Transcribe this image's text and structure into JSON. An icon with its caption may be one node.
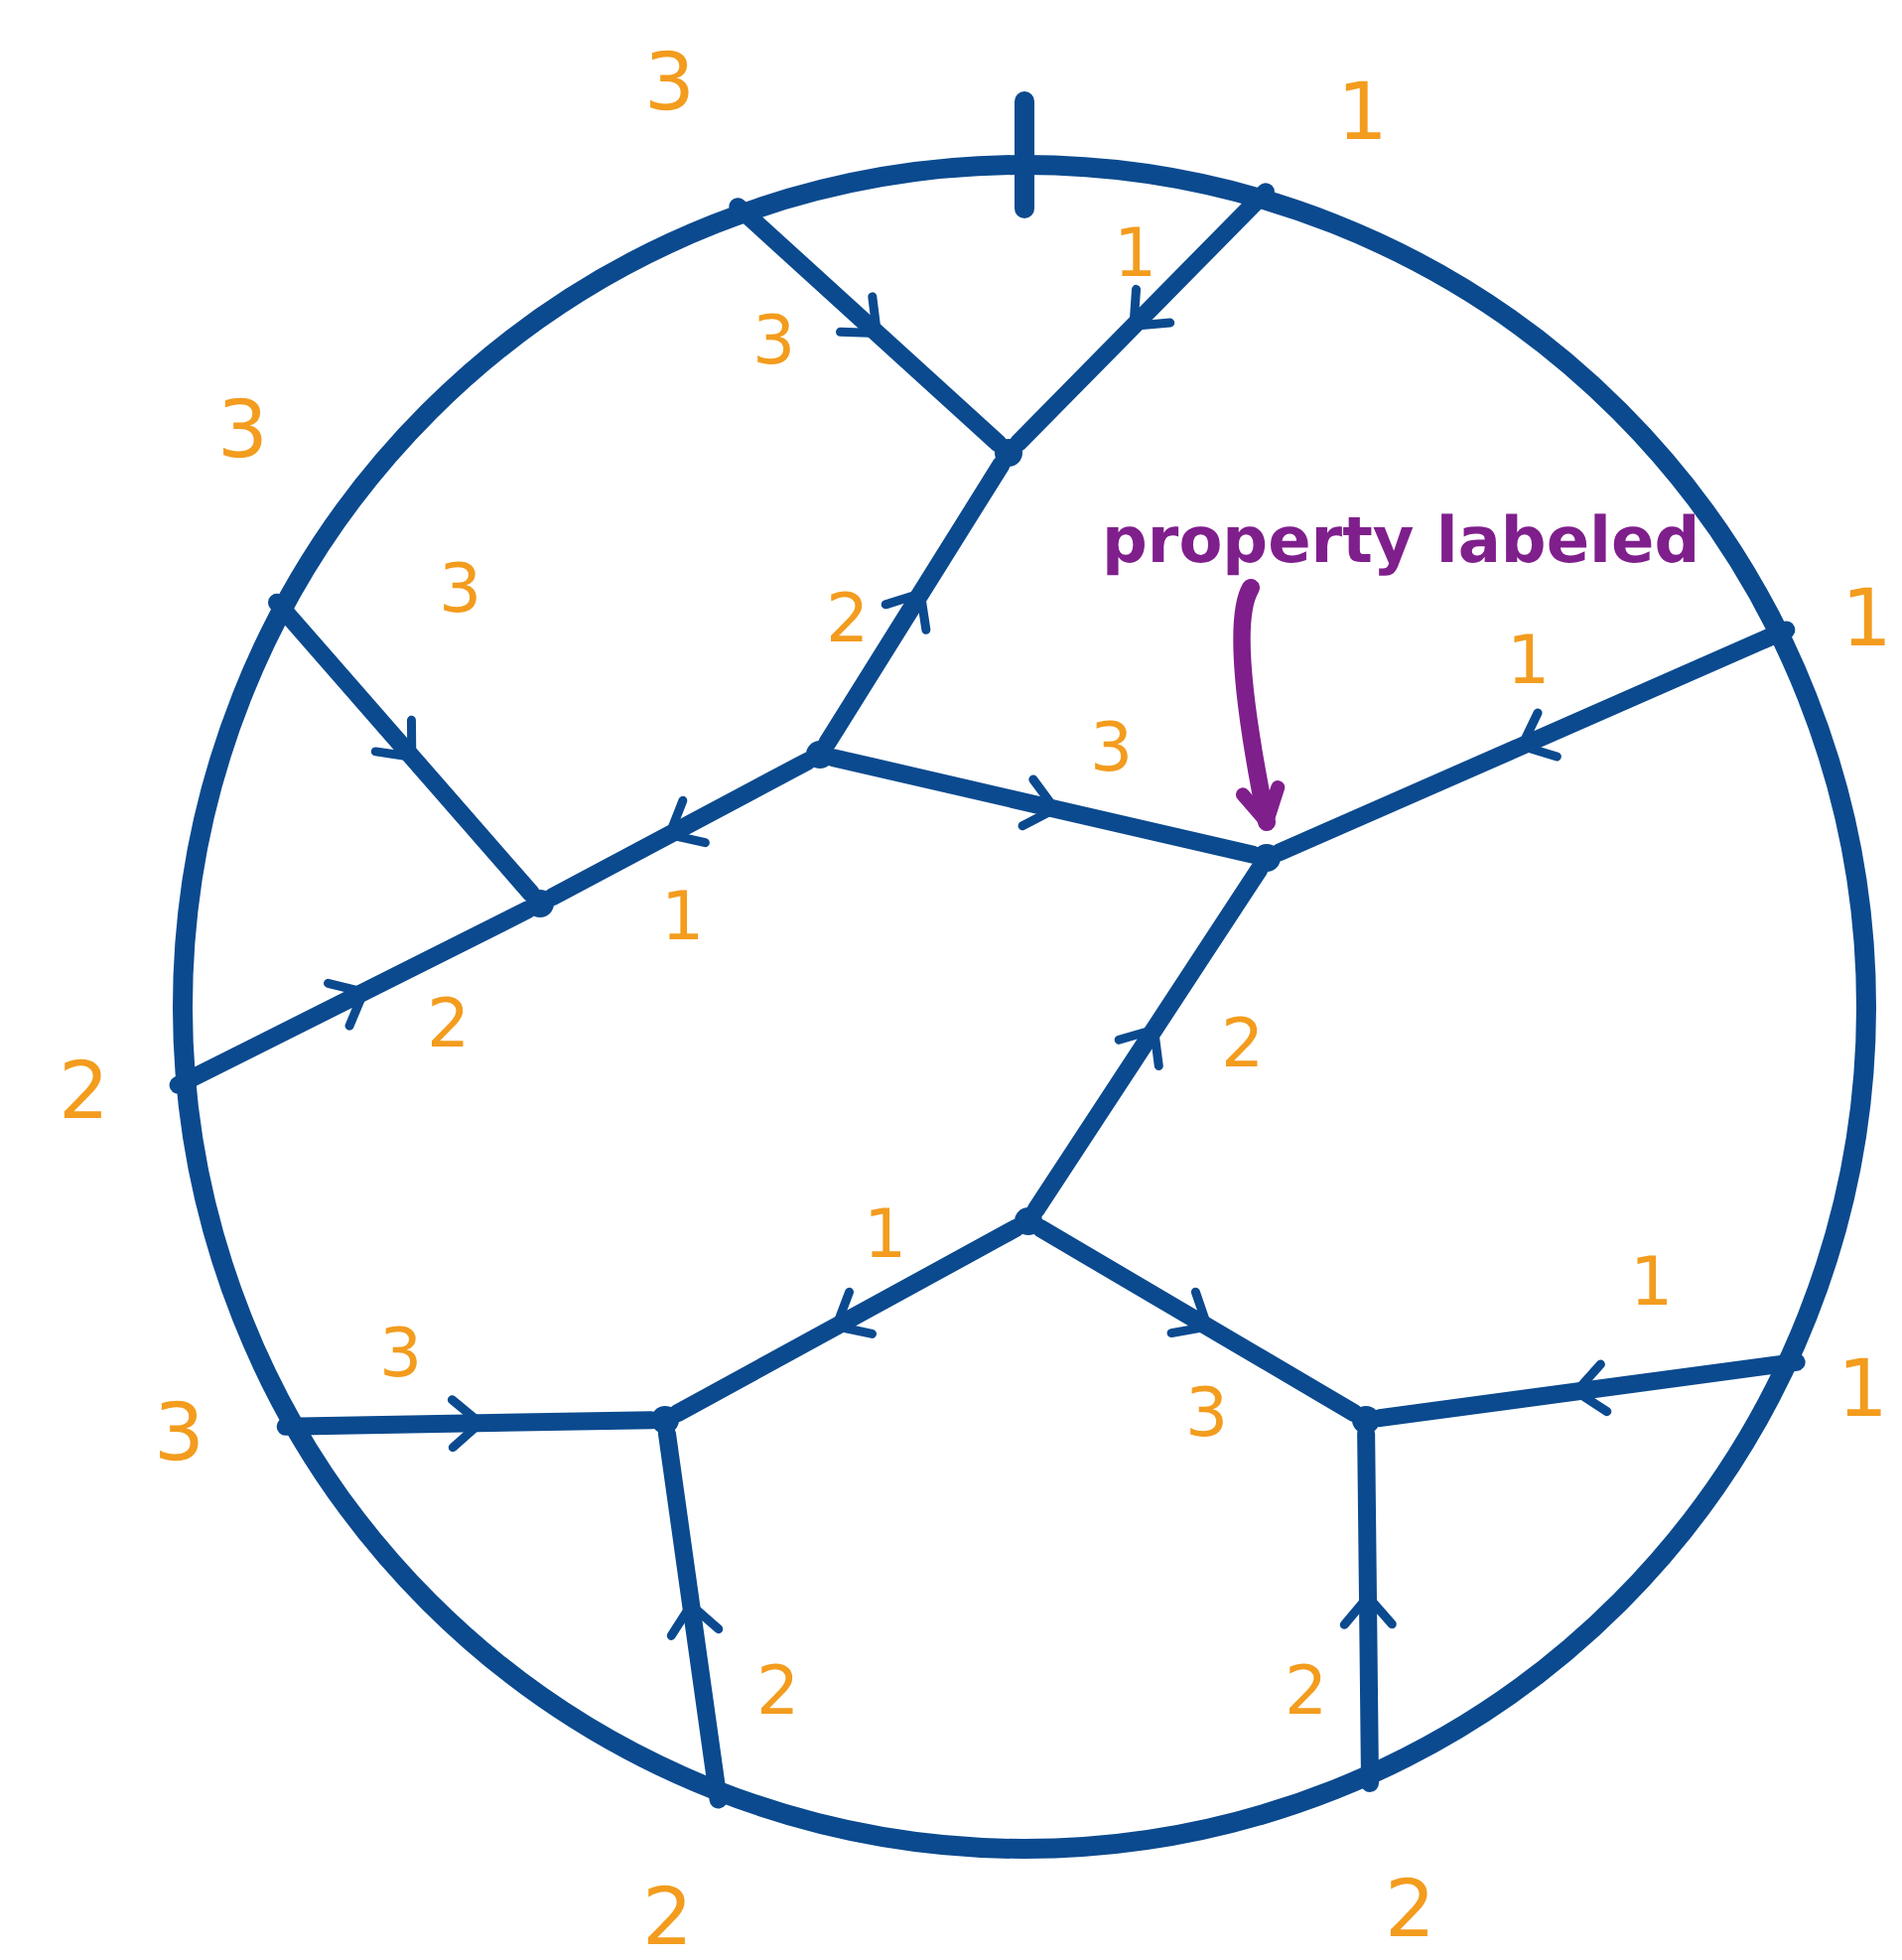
{
  "diagram": {
    "nodes": [
      {
        "text": [],
        "shape": "circle"
      },
      {
        "text": [],
        "shape": "circle",
        "in": 0
      },
      {
        "text": [
          "property labeled"
        ],
        "in": 0
      },
      {
        "text": [],
        "shape": "circle",
        "in": 0
      },
      {
        "text": [],
        "shape": "circle",
        "in": 0
      },
      {
        "text": [],
        "shape": "circle",
        "in": 0
      },
      {
        "text": [],
        "shape": "circle",
        "in": 0
      },
      {
        "text": [],
        "shape": "circle",
        "in": 0
      },
      {
        "text": [],
        "shape": "circle",
        "in": 0
      }
    ],
    "edges": [
      {
        "from": 0,
        "to": 1,
        "arrow": "to",
        "label": "3"
      },
      {
        "from": 0,
        "to": 1,
        "arrow": "to",
        "label": "1"
      },
      {
        "from": 3,
        "to": 1,
        "arrow": "to",
        "label": "2"
      },
      {
        "from": 0,
        "to": 5,
        "arrow": "to",
        "label": "3"
      },
      {
        "from": 3,
        "to": 5,
        "arrow": "to",
        "label": "1"
      },
      {
        "from": 0,
        "to": 5,
        "arrow": "to",
        "label": "2"
      },
      {
        "from": 3,
        "to": 4,
        "arrow": "to",
        "label": "3"
      },
      {
        "from": 0,
        "to": 4,
        "arrow": "to",
        "label": "1"
      },
      {
        "from": 6,
        "to": 4,
        "arrow": "to",
        "label": "2"
      },
      {
        "from": 6,
        "to": 7,
        "arrow": "to",
        "label": "1"
      },
      {
        "from": 6,
        "to": 8,
        "arrow": "to",
        "label": "3"
      },
      {
        "from": 0,
        "to": 7,
        "arrow": "to",
        "label": "3"
      },
      {
        "from": 0,
        "to": 7,
        "arrow": "to",
        "label": "2"
      },
      {
        "from": 0,
        "to": 8,
        "arrow": "to",
        "label": "1"
      },
      {
        "from": 0,
        "to": 8,
        "arrow": "to",
        "label": "2"
      },
      {
        "from": 2,
        "to": 4,
        "arrow": "to",
        "color": "#7f1f8c"
      }
    ],
    "labels": [
      "3",
      "1",
      "3",
      "1",
      "2",
      "3",
      "1",
      "2",
      "2"
    ]
  }
}
